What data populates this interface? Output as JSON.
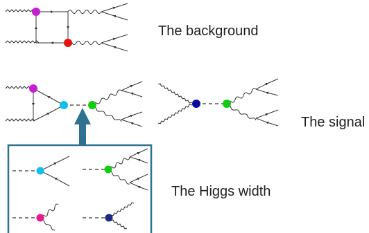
{
  "labels": {
    "background": "The background",
    "signal": "The signal",
    "higgs_width": "The Higgs width"
  },
  "colors": {
    "magenta_vertex": "#c81ed2",
    "red_vertex": "#e81010",
    "cyan_vertex": "#10c0f0",
    "green_vertex": "#12cc12",
    "navy_vertex": "#0a0aa0",
    "pink_vertex": "#e81890",
    "dark_blue_vertex": "#1a2a80",
    "box_border": "#2e7190",
    "arrow": "#2e7190",
    "line": "#333333"
  }
}
